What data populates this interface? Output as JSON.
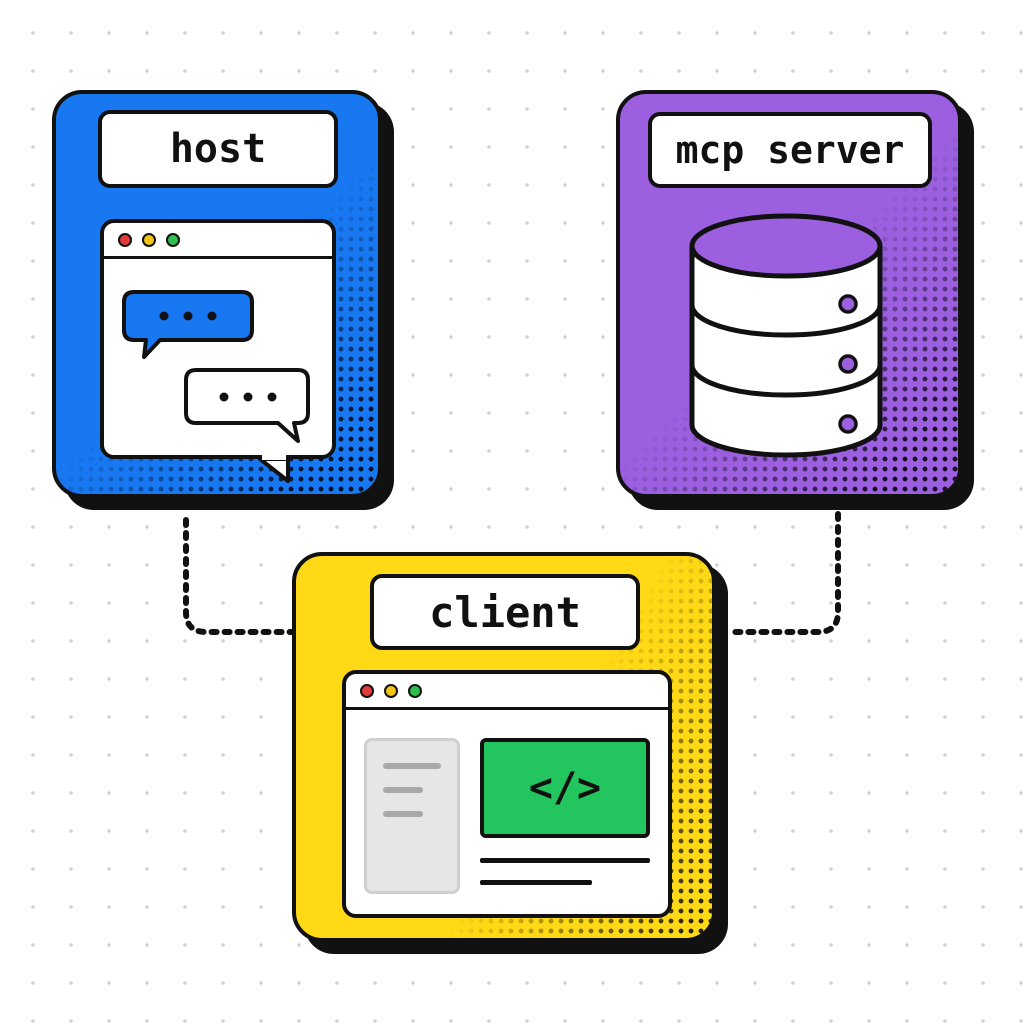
{
  "colors": {
    "host": "#1778f2",
    "server": "#9b5fe0",
    "client": "#ffd915",
    "code": "#22c55e",
    "light_red": "#e23b3b",
    "light_yellow": "#f3c316",
    "light_green": "#2fbf4f",
    "outline": "#111111"
  },
  "nodes": {
    "host": {
      "label": "host",
      "icon": "chat-window-icon"
    },
    "server": {
      "label": "mcp server",
      "icon": "database-icon"
    },
    "client": {
      "label": "client",
      "icon": "code-window-icon"
    }
  },
  "code_glyph": "</>",
  "edges": [
    {
      "from": "host",
      "to": "client",
      "style": "dotted"
    },
    {
      "from": "server",
      "to": "client",
      "style": "dotted"
    }
  ]
}
